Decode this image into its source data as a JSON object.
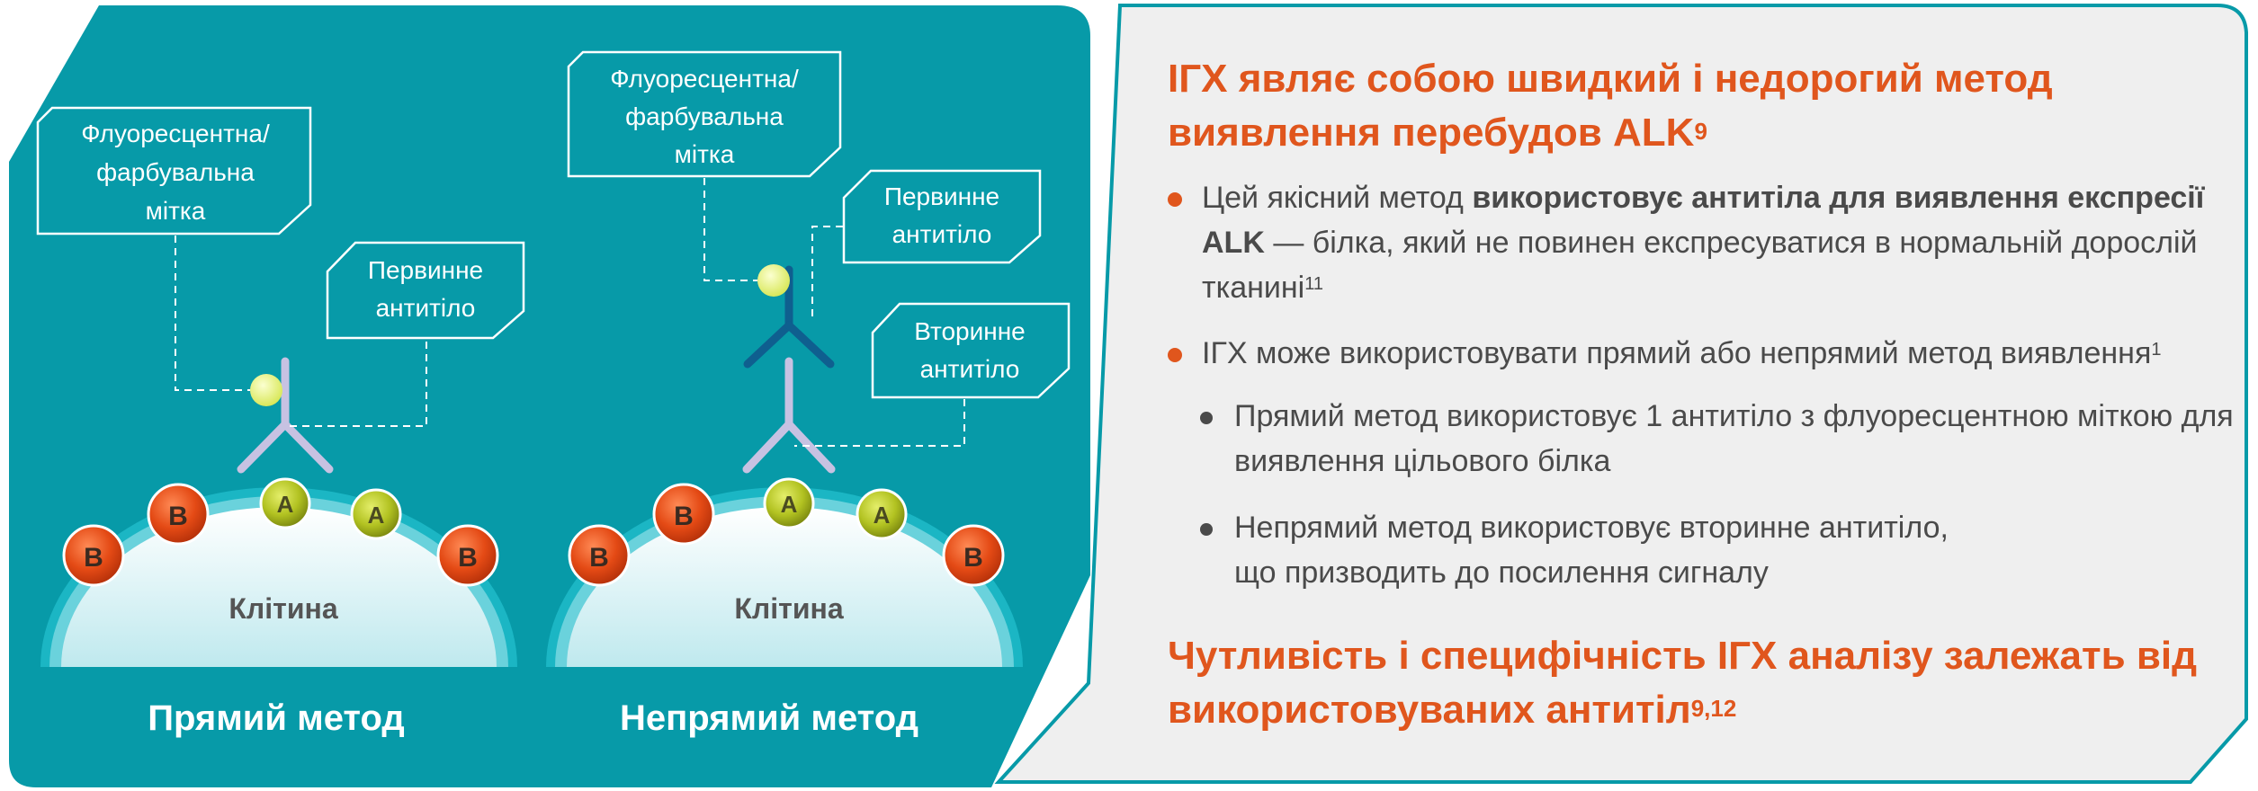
{
  "colors": {
    "teal_panel": "#079aa8",
    "orange": "#e0561d",
    "grey_text": "#4a4a4a",
    "panel_grey": "#efefef",
    "receptor_b": "#e44a15",
    "receptor_a": "#b2c221",
    "antibody_primary": "#c7c2e2",
    "antibody_secondary": "#0f5f8f",
    "label_dot": "#e4ef73"
  },
  "diagram": {
    "direct": {
      "label_fluor": [
        "Флуоресцентна/",
        "фарбувальна",
        "мітка"
      ],
      "label_primary": [
        "Первинне",
        "антитіло"
      ],
      "cell": "Клітина",
      "receptors": [
        "B",
        "B",
        "A",
        "A",
        "B"
      ],
      "caption": "Прямий метод"
    },
    "indirect": {
      "label_fluor": [
        "Флуоресцентна/",
        "фарбувальна",
        "мітка"
      ],
      "label_primary": [
        "Первинне",
        "антитіло"
      ],
      "label_secondary": [
        "Вторинне",
        "антитіло"
      ],
      "cell": "Клітина",
      "receptors": [
        "B",
        "B",
        "A",
        "A",
        "B"
      ],
      "caption": "Непрямий метод"
    }
  },
  "text": {
    "heading1": "ІГХ являє собою швидкий і недорогий метод виявлення перебудов ALK",
    "heading1_ref": "9",
    "bullet1_a": "Цей якісний метод ",
    "bullet1_bold": "використовує антитіла для виявлення експресії ALK",
    "bullet1_b": " — білка, який не повинен експресуватися в нормальній дорослій тканині",
    "bullet1_ref": "11",
    "bullet2": "ІГХ може використовувати прямий або непрямий метод виявлення",
    "bullet2_ref": "1",
    "sub1": "Прямий метод використовує 1 антитіло з флуоресцентною міткою для виявлення цільового білка",
    "sub2_line1": "Непрямий метод використовує вторинне антитіло,",
    "sub2_line2": "що призводить до посилення сигналу",
    "heading2": "Чутливість і специфічність ІГХ аналізу залежать від використовуваних антитіл",
    "heading2_ref": "9,12"
  }
}
